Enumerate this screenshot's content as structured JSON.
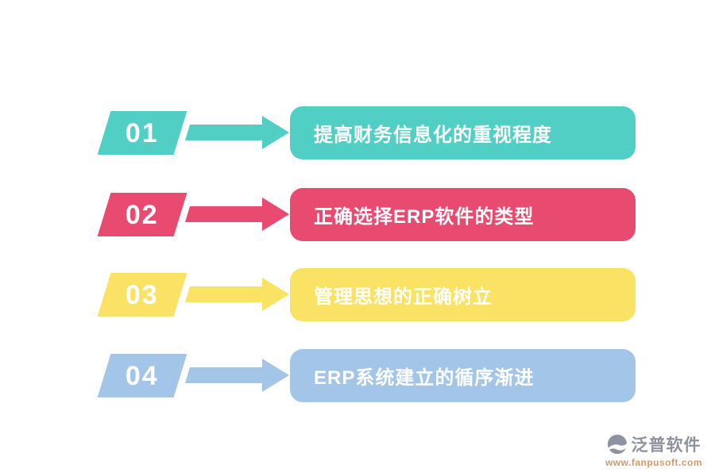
{
  "steps": [
    {
      "number": "01",
      "label": "提高财务信息化的重视程度",
      "color": "#51cfc4"
    },
    {
      "number": "02",
      "label": "正确选择ERP软件的类型",
      "color": "#e84a70"
    },
    {
      "number": "03",
      "label": "管理思想的正确树立",
      "color": "#fae264"
    },
    {
      "number": "04",
      "label": "ERP系统建立的循序渐进",
      "color": "#a3c5e8"
    }
  ],
  "footer": {
    "brand": "泛普软件",
    "url": "www.fanpusoft.com",
    "brand_color": "#8d929c",
    "url_color": "#d1996d",
    "icon_color": "#8d93a0"
  }
}
